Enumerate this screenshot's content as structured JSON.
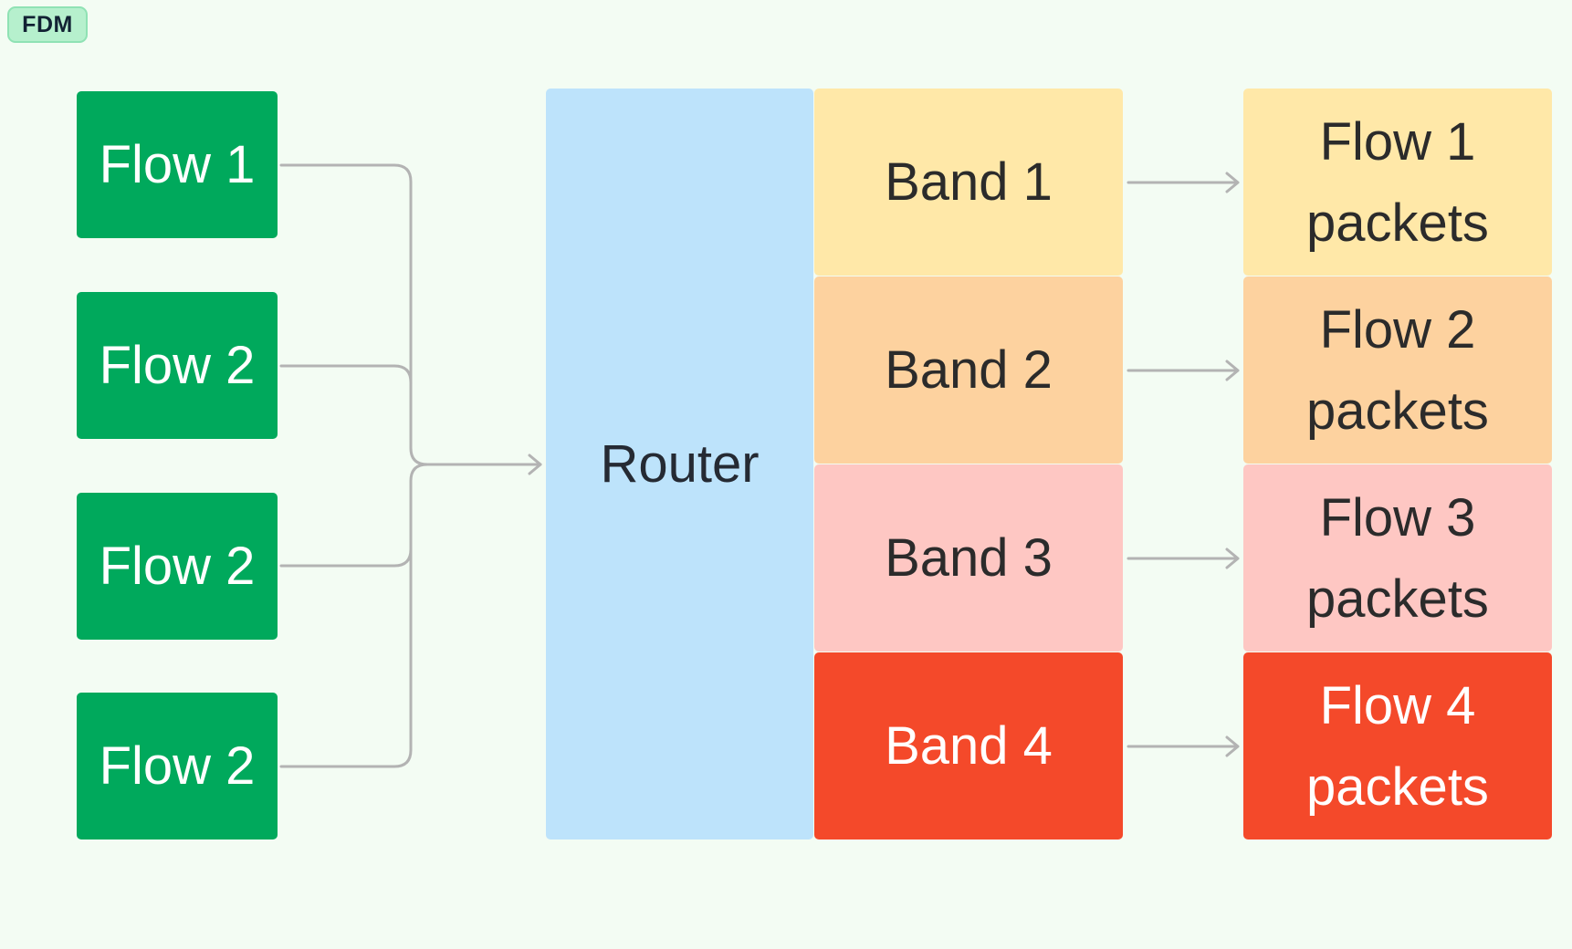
{
  "badge": {
    "label": "FDM"
  },
  "colors": {
    "background": "#f3fcf3",
    "flow_source": "#00a95c",
    "router": "#bde3fb",
    "band_1": "#ffe8a8",
    "band_2": "#fdd29f",
    "band_3": "#fec7c3",
    "band_4": "#f4492a",
    "connector": "#b3b3b3"
  },
  "inputs": [
    {
      "label": "Flow 1"
    },
    {
      "label": "Flow 2"
    },
    {
      "label": "Flow 2"
    },
    {
      "label": "Flow 2"
    }
  ],
  "router": {
    "label": "Router"
  },
  "bands": [
    {
      "label": "Band 1"
    },
    {
      "label": "Band 2"
    },
    {
      "label": "Band 3"
    },
    {
      "label": "Band 4"
    }
  ],
  "outputs": [
    {
      "label": "Flow 1 packets"
    },
    {
      "label": "Flow 2 packets"
    },
    {
      "label": "Flow 3 packets"
    },
    {
      "label": "Flow 4 packets"
    }
  ]
}
